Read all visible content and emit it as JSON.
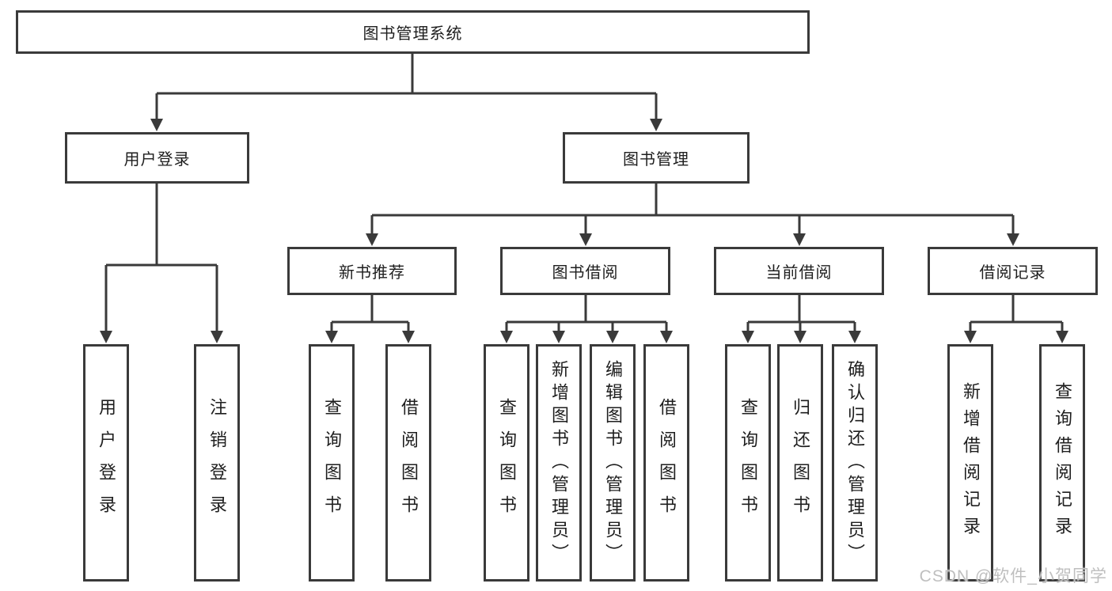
{
  "watermark": "CSDN @软件_小贺同学",
  "colors": {
    "line": "#3a3a3a",
    "box_border": "#3a3a3a",
    "box_fill": "#ffffff",
    "text": "#1e1e1e",
    "watermark": "#bfbfbf"
  },
  "tree": {
    "label": "图书管理系统",
    "children": [
      {
        "label": "用户登录",
        "children": [
          {
            "label": "用户登录"
          },
          {
            "label": "注销登录"
          }
        ]
      },
      {
        "label": "图书管理",
        "children": [
          {
            "label": "新书推荐",
            "children": [
              {
                "label": "查询图书"
              },
              {
                "label": "借阅图书"
              }
            ]
          },
          {
            "label": "图书借阅",
            "children": [
              {
                "label": "查询图书"
              },
              {
                "label": "新增图书（管理员）"
              },
              {
                "label": "编辑图书（管理员）"
              },
              {
                "label": "借阅图书"
              }
            ]
          },
          {
            "label": "当前借阅",
            "children": [
              {
                "label": "查询图书"
              },
              {
                "label": "归还图书"
              },
              {
                "label": "确认归还（管理员）"
              }
            ]
          },
          {
            "label": "借阅记录",
            "children": [
              {
                "label": "新增借阅记录"
              },
              {
                "label": "查询借阅记录"
              }
            ]
          }
        ]
      }
    ]
  }
}
